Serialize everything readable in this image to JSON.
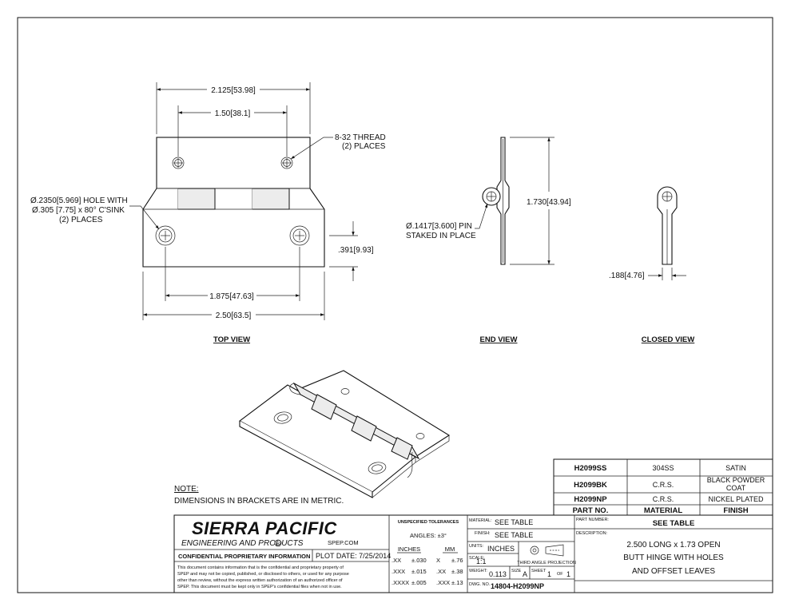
{
  "dimensions": {
    "top_overall_width": "2.125",
    "top_overall_width_mm": "53.98",
    "top_hole_spacing": "1.50",
    "top_hole_spacing_mm": "38.1",
    "thread_note_line1": "8-32 THREAD",
    "thread_note_line2": "(2) PLACES",
    "hole_note_line1": "Ø.2350[5.969] HOLE WITH",
    "hole_note_line2": "Ø.305 [7.75] x 80° C'SINK",
    "hole_note_line3": "(2) PLACES",
    "hole_offset": ".391",
    "hole_offset_mm": "9.93",
    "bottom_hole_spacing": "1.875",
    "bottom_hole_spacing_mm": "47.63",
    "bottom_overall_width": "2.50",
    "bottom_overall_width_mm": "63.5",
    "pin_note_line1": "Ø.1417[3.600] PIN",
    "pin_note_line2": "STAKED IN PLACE",
    "height": "1.730",
    "height_mm": "43.94",
    "closed_thickness": ".188",
    "closed_thickness_mm": "4.76"
  },
  "views": {
    "top": "TOP VIEW",
    "end": "END VIEW",
    "closed": "CLOSED VIEW"
  },
  "notes": {
    "title": "NOTE:",
    "body": "DIMENSIONS IN BRACKETS ARE IN METRIC."
  },
  "table": {
    "rows": [
      {
        "part": "H2099SS",
        "material": "304SS",
        "finish": "SATIN"
      },
      {
        "part": "H2099BK",
        "material": "C.R.S.",
        "finish": "BLACK POWDER",
        "finish2": "COAT"
      },
      {
        "part": "H2099NP",
        "material": "C.R.S.",
        "finish": "NICKEL PLATED"
      }
    ],
    "header_part": "PART NO.",
    "header_material": "MATERIAL",
    "header_finish": "FINISH"
  },
  "titleblock": {
    "company": "SIERRA PACIFIC",
    "company_sub": "ENGINEERING AND PRODUCTS",
    "registered": "R",
    "website": "SPEP.COM",
    "confidential_title": "CONFIDENTIAL PROPRIETARY INFORMATION",
    "plot_date": "PLOT DATE: 7/25/2014",
    "confidential_text": [
      "This document contains information that is the confidential and proprietary property of",
      "SPEP and may not be copied, published, or disclosed to others, or used for any purpose",
      "other than review, without the express written authorization of an authorized officer of",
      "SPEP. This document must be kept only in SPEP's confidential files when not in use."
    ],
    "tol_title": "UNSPECIFIED TOLERANCES",
    "tol_angles": "ANGLES: ±3°",
    "tol_inches": "INCHES",
    "tol_mm": "MM",
    "tol_rows": [
      {
        "a": ".XX",
        "b": "±.030",
        "c": "X",
        "d": "±.76"
      },
      {
        "a": ".XXX",
        "b": "±.015",
        "c": ".XX",
        "d": "±.38"
      },
      {
        "a": ".XXXX",
        "b": "±.005",
        "c": ".XXX",
        "d": "±.13"
      }
    ],
    "material_label": "MATERIAL:",
    "material_value": "SEE TABLE",
    "finish_label": "FINISH:",
    "finish_value": "SEE TABLE",
    "units_label": "UNITS:",
    "units_value": "INCHES",
    "scale_label": "SCALE:",
    "scale_value": "1:1",
    "projection_label": "THIRD ANGLE PROJECTION",
    "weight_label": "WEIGHT:",
    "weight_value": "0.113",
    "size_label": "SIZE",
    "size_value": "A",
    "sheet_label": "SHEET",
    "sheet_value": "1",
    "of_label": "OF",
    "sheet_total": "1",
    "dwg_label": "DWG. NO.",
    "dwg_value": "14804-H2099NP",
    "partnumber_label": "PART NUMBER:",
    "partnumber_value": "SEE TABLE",
    "description_label": "DESCRIPTION:",
    "description_lines": [
      "2.500 LONG x 1.73 OPEN",
      "BUTT HINGE WITH HOLES",
      "AND OFFSET LEAVES"
    ]
  }
}
